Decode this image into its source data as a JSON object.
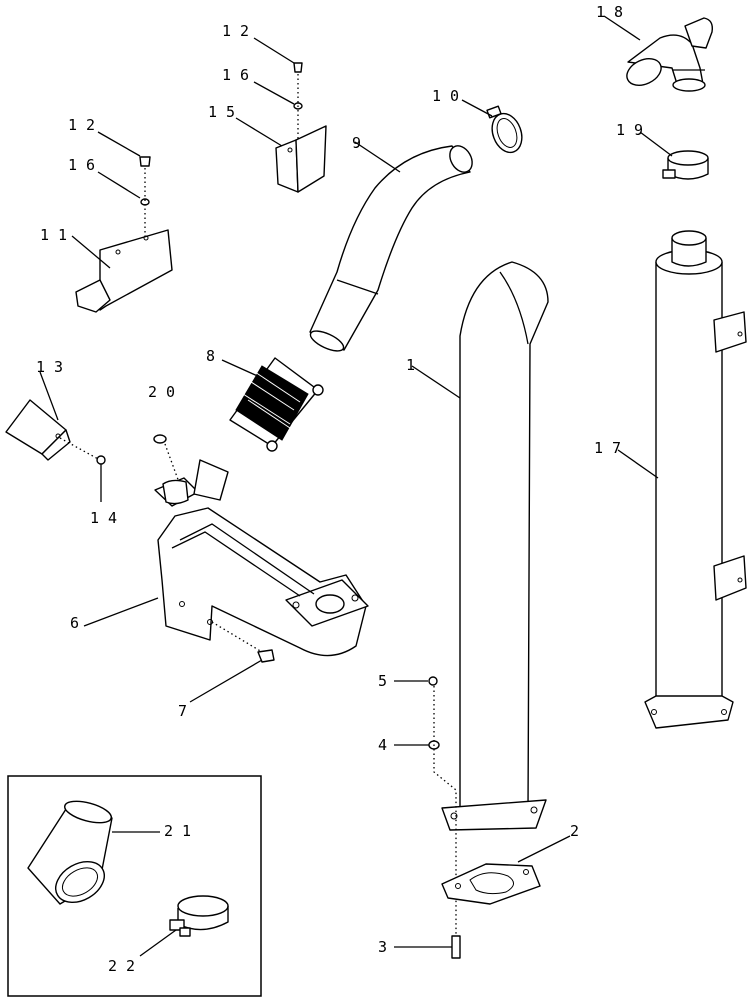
{
  "callouts": {
    "c1": "1",
    "c2": "2",
    "c3": "3",
    "c4": "4",
    "c5": "5",
    "c6": "6",
    "c7": "7",
    "c8": "8",
    "c9": "9",
    "c10": "1 0",
    "c11": "1 1",
    "c12a": "1 2",
    "c12b": "1 2",
    "c13": "1 3",
    "c14": "1 4",
    "c15": "1 5",
    "c16a": "1 6",
    "c16b": "1 6",
    "c17": "1 7",
    "c18": "1 8",
    "c19": "1 9",
    "c20": "2 0",
    "c21": "2 1",
    "c22": "2 2"
  },
  "colors": {
    "line": "#000000",
    "background": "#ffffff"
  }
}
